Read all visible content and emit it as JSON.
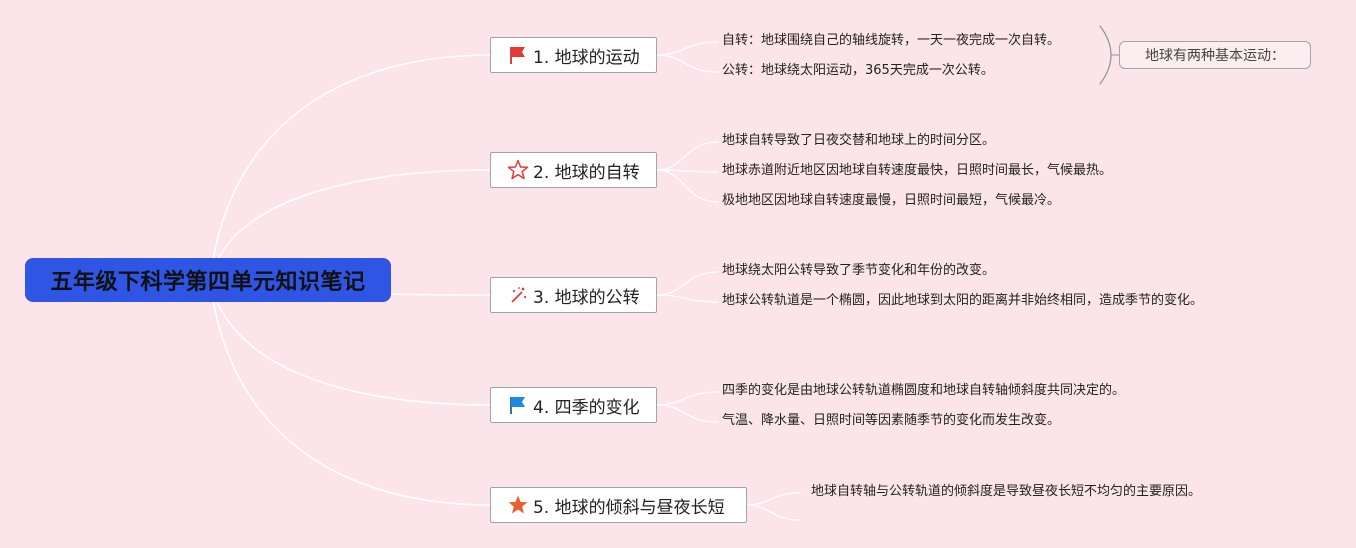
{
  "colors": {
    "background": "#fbe4ea",
    "root_fill": "#2f55e4",
    "connector": "#ffffff",
    "bracket": "#8a9599"
  },
  "root": {
    "label": "五年级下科学第四单元知识笔记"
  },
  "branches": [
    {
      "label": "1. 地球的运动",
      "icon": "red-flag-icon",
      "icon_color": "#e53935",
      "leaves": [
        "自转：地球围绕自己的轴线旋转，一天一夜完成一次自转。",
        "公转：地球绕太阳运动，365天完成一次公转。"
      ],
      "summary": "地球有两种基本运动："
    },
    {
      "label": "2. 地球的自转",
      "icon": "star-outline-icon",
      "icon_color": "#e53935",
      "leaves": [
        "地球自转导致了日夜交替和地球上的时间分区。",
        "地球赤道附近地区因地球自转速度最快，日照时间最长，气候最热。",
        "极地地区因地球自转速度最慢，日照时间最短，气候最冷。"
      ]
    },
    {
      "label": "3. 地球的公转",
      "icon": "sparkle-wand-icon",
      "icon_color": "#e53935",
      "leaves": [
        "地球绕太阳公转导致了季节变化和年份的改变。",
        "地球公转轨道是一个椭圆，因此地球到太阳的距离并非始终相同，造成季节的变化。"
      ]
    },
    {
      "label": "4. 四季的变化",
      "icon": "blue-flag-icon",
      "icon_color": "#1e88e5",
      "leaves": [
        "四季的变化是由地球公转轨道椭圆度和地球自转轴倾斜度共同决定的。",
        "气温、降水量、日照时间等因素随季节的变化而发生改变。"
      ]
    },
    {
      "label": "5. 地球的倾斜与昼夜长短",
      "icon": "orange-star-icon",
      "icon_color": "#e8632c",
      "leaves": [
        "地球自转轴与公转轨道的倾斜度是导致昼夜长短不均匀的主要原因。"
      ]
    }
  ]
}
